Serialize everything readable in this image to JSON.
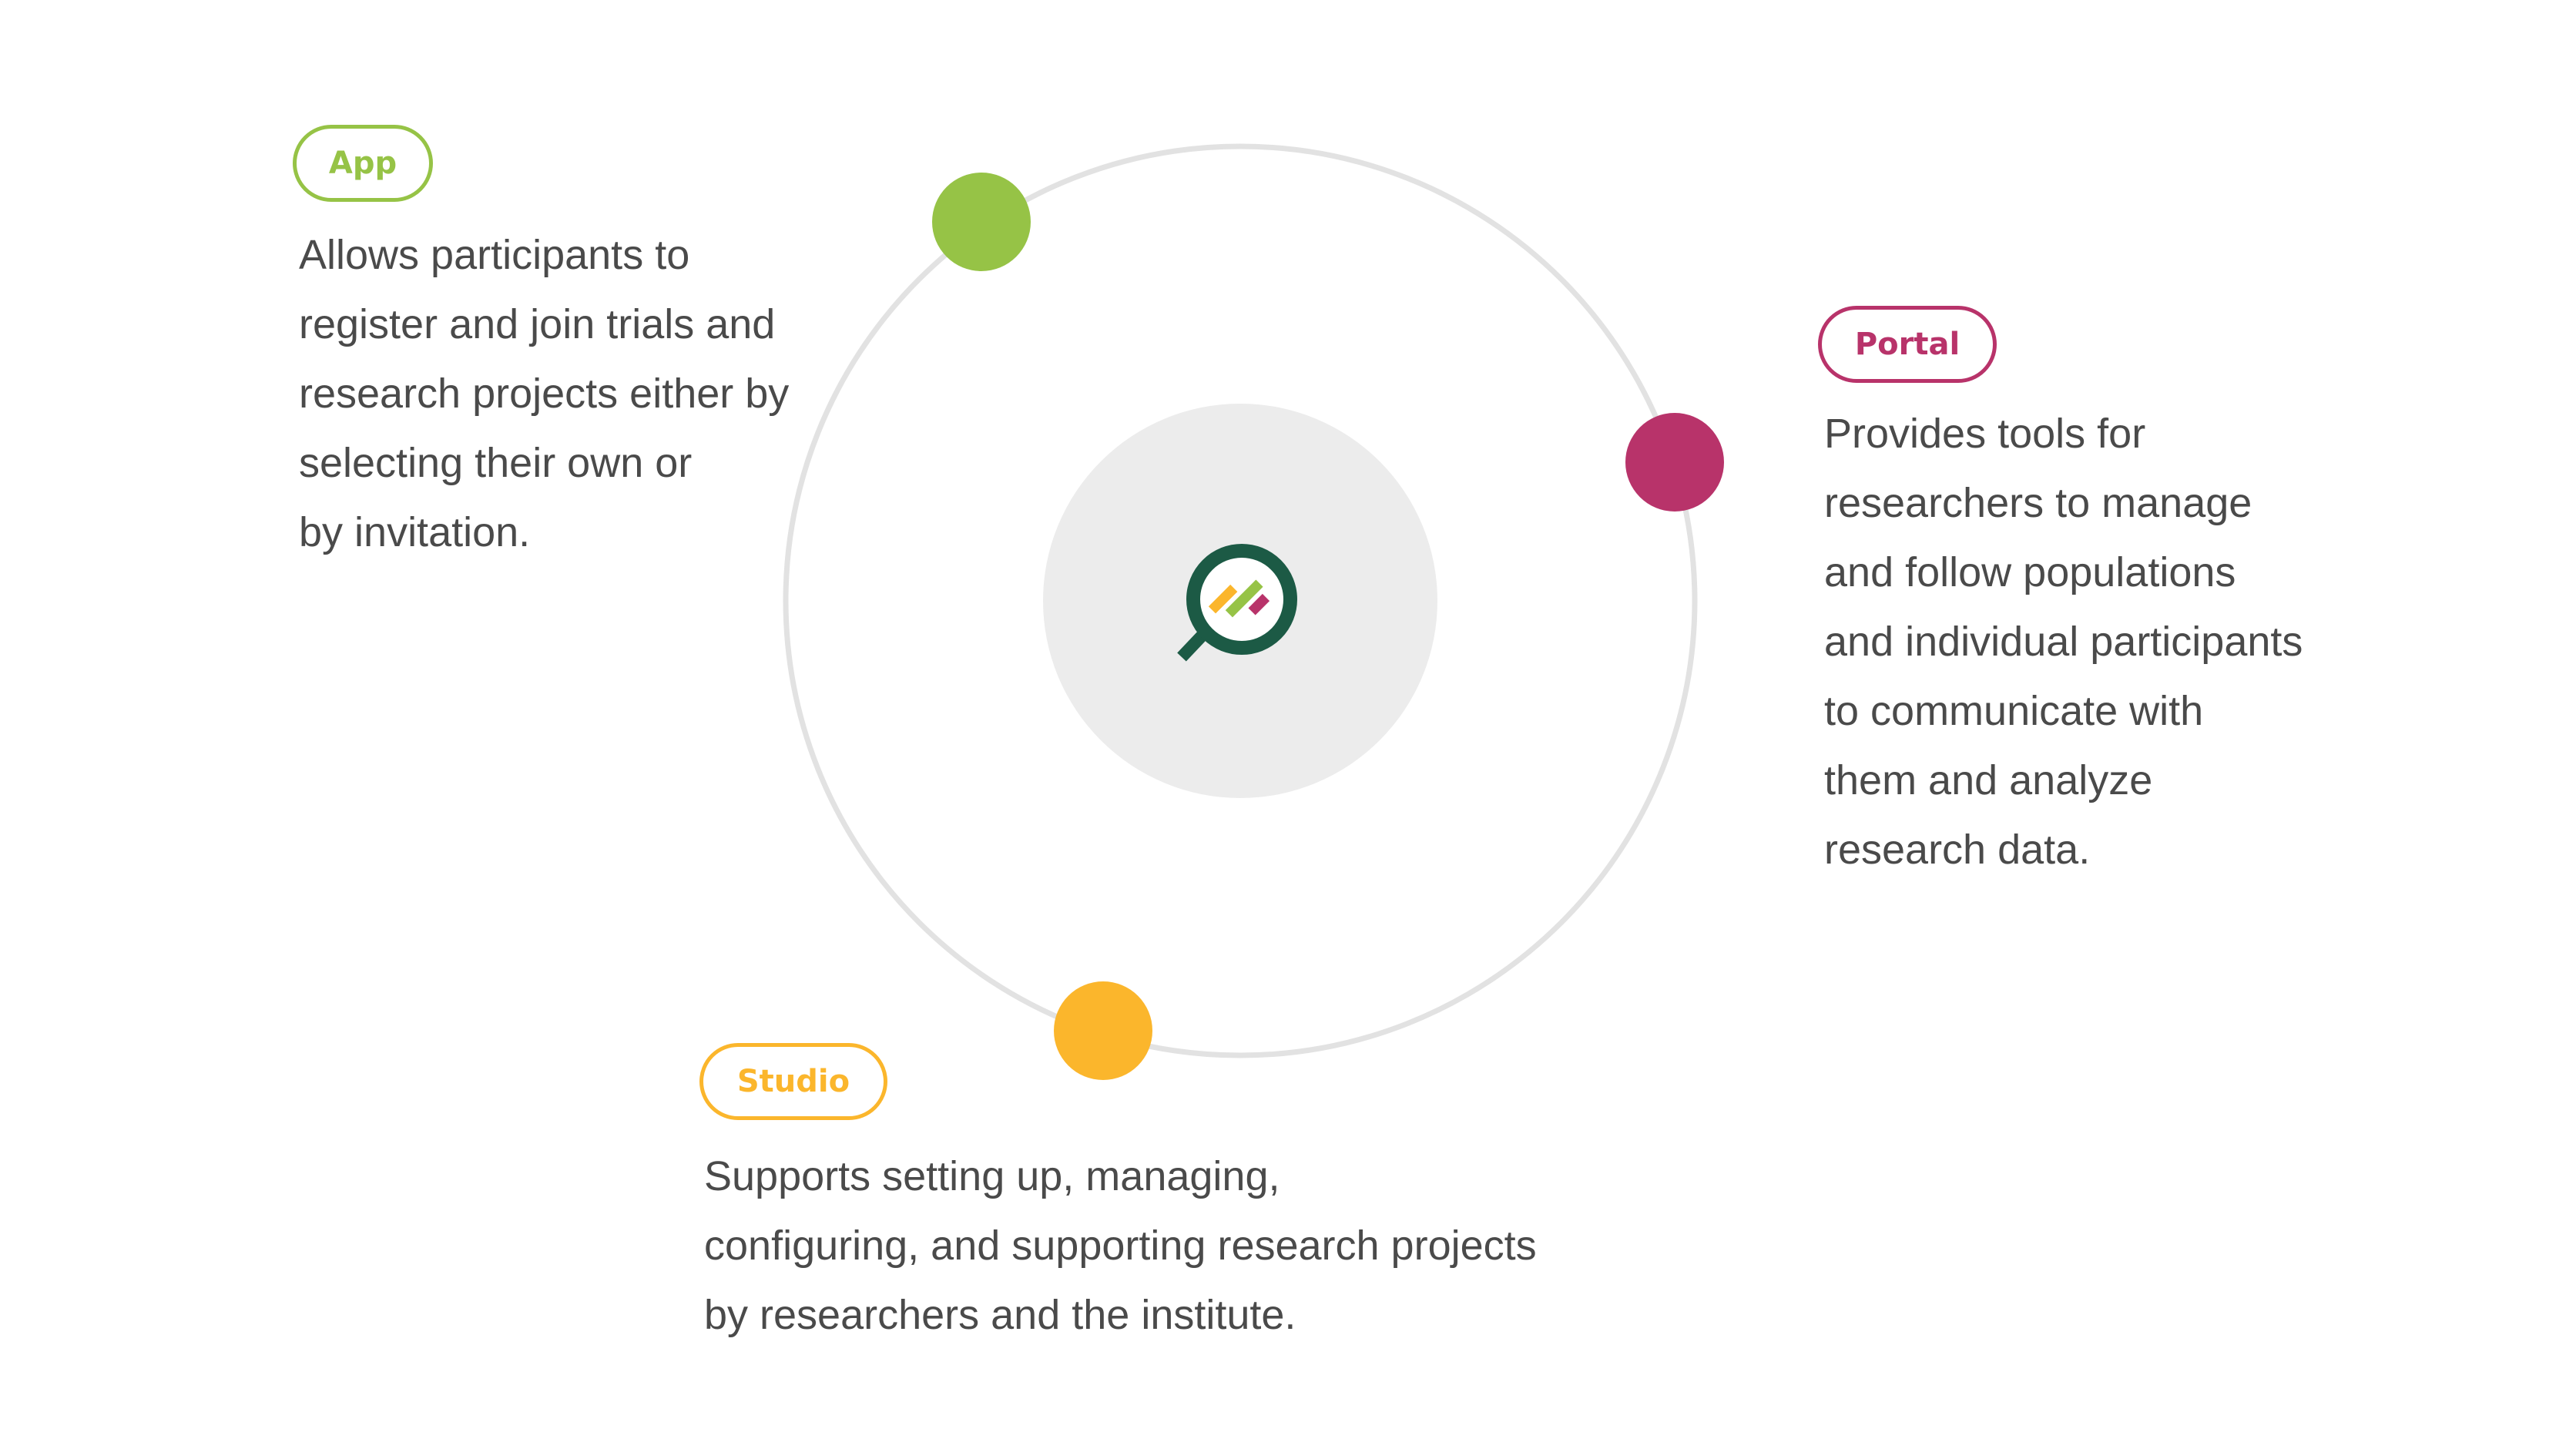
{
  "colors": {
    "app": "#96c346",
    "portal": "#b8336a",
    "studio": "#fbb62c",
    "orbit": "#e2e2e2",
    "hub": "#ececec",
    "logo_ring": "#1c5a45",
    "text": "#4a4a4a"
  },
  "center": {
    "icon": "magnifier-logo-icon"
  },
  "nodes": {
    "app": {
      "label": "App",
      "lines": [
        "Allows participants to",
        "register and join trials and",
        "research projects either by",
        "selecting their own or",
        "by invitation."
      ]
    },
    "portal": {
      "label": "Portal",
      "lines": [
        "Provides tools for",
        "researchers to manage",
        "and follow populations",
        "and individual participants",
        "to communicate with",
        "them and analyze",
        "research data."
      ]
    },
    "studio": {
      "label": "Studio",
      "lines": [
        "Supports setting up, managing,",
        "configuring, and supporting research projects",
        "by researchers and the institute."
      ]
    }
  }
}
